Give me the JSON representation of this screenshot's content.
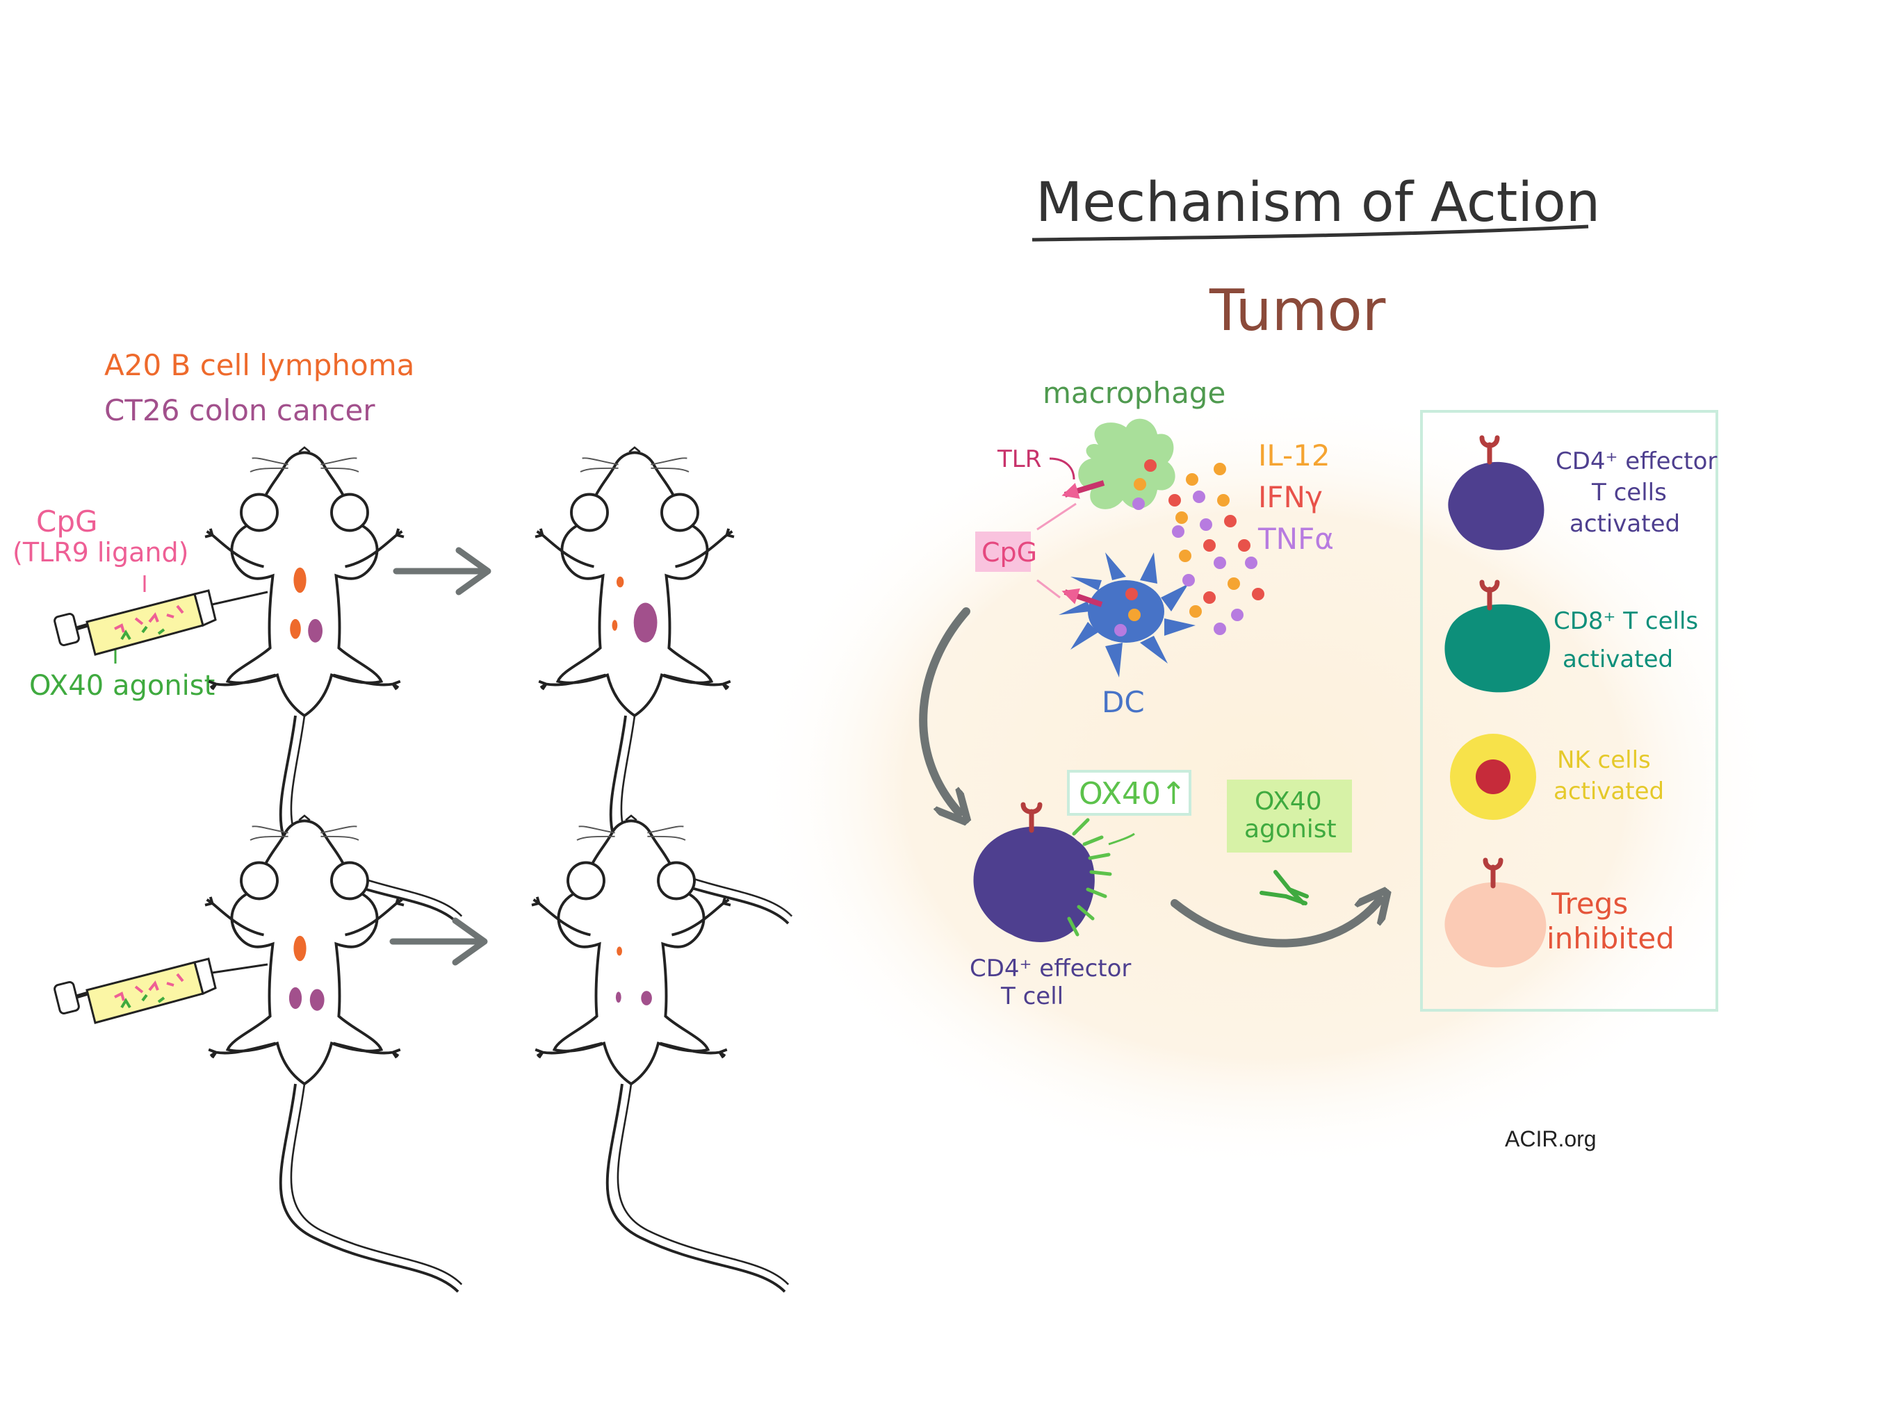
{
  "title": "Mechanism of Action",
  "tumor_label": "Tumor",
  "legend": {
    "a20": "A20 B cell lymphoma",
    "ct26": "CT26 colon cancer"
  },
  "injection": {
    "cpg": "CpG",
    "cpg_sub": "(TLR9 ligand)",
    "ox40_agonist": "OX40 agonist"
  },
  "moa": {
    "macrophage": "macrophage",
    "tlr": "TLR",
    "cpg": "CpG",
    "dc": "DC",
    "cytokines": [
      "IL-12",
      "IFNγ",
      "TNFα"
    ],
    "cd4_line1": "CD4⁺ effector",
    "cd4_line2": "T cell",
    "ox40_up": "OX40↑",
    "ox40_agonist_l1": "OX40",
    "ox40_agonist_l2": "agonist"
  },
  "outcomes": [
    {
      "l1": "CD4⁺ effector",
      "l2": "T cells",
      "l3": "activated"
    },
    {
      "l1": "CD8⁺ T cells",
      "l2": "activated"
    },
    {
      "l1": "NK cells",
      "l2": "activated"
    },
    {
      "l1": "Tregs",
      "l2": "inhibited"
    }
  ],
  "source": "ACIR.org",
  "colors": {
    "orange": "#ee6a2c",
    "purple": "#a2508c",
    "pink": "#ee5f95",
    "green": "#3faa3f",
    "cd4": "#4e3f8f",
    "cd8": "#0d8f7a",
    "nk_yellow": "#f7e24a",
    "nk_red": "#c62b3a",
    "treg": "#fbcbb5",
    "tumor_title": "#8b4a3a",
    "arrow_gray": "#6e7474",
    "box_border": "#c9ecdc"
  }
}
